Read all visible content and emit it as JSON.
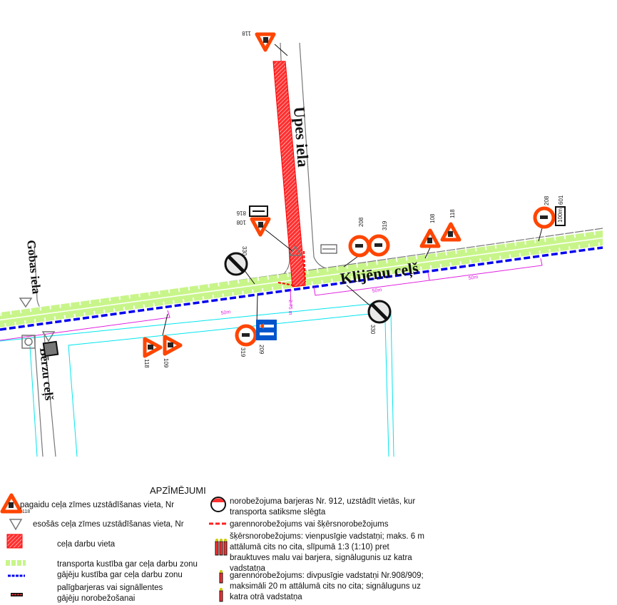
{
  "streets": {
    "upes": "Upes iela",
    "klijenu": "Klijēnu ceļš",
    "gobas": "Gobas iela",
    "berzu": "Bērzu ceļš"
  },
  "signs": {
    "top_118": "118",
    "s816": "816",
    "s108_left": "108",
    "s330_left": "330",
    "s208_mid": "208",
    "s319_mid": "319",
    "s108_right": "108",
    "s118_right": "118",
    "s208_far": "208",
    "s601": "601",
    "s601_text": "100m",
    "s330_bottom": "330",
    "s319_bottom": "319",
    "s209": "209",
    "s118_bottom": "118",
    "s109": "109"
  },
  "distances": {
    "d1": "50m",
    "d2": "50m",
    "d3": "50m",
    "width": "2.75 m"
  },
  "legend": {
    "title": "APZĪMĒJUMI",
    "sign_num": "118",
    "items": [
      "pagaidu ceļa zīmes uzstādīšanas vieta, Nr",
      "esošās ceļa zīmes uzstādīšanas vieta, Nr",
      "ceļa darbu vieta",
      "transporta kustība gar ceļa darbu zonu",
      "gājēju kustība gar ceļa darbu zonu",
      "palīgbarjeras vai signāllentes gājēju norobežošanai",
      "norobežojuma barjeras Nr. 912, uzstādīt vietās, kur transporta satiksme slēgta",
      "garennorobežojums vai šķērsnorobežojums",
      "šķērsnorobežojums: vienpusīgie vadstatņi; maks. 6 m attālumā cits no cita, slīpumā 1:3 (1:10) pret brauktuves malu vai barjera, signālugunis uz katra vadstatņa",
      "garennorobežojums: divpusīgie vadstatņi Nr.908/909; maksimāli 20 m attālumā cits no cita; signāluguns uz katra otrā vadstatņa"
    ]
  },
  "colors": {
    "sign_red": "#ff4500",
    "work_zone": "#ff2020",
    "traffic_green": "#c8f58a",
    "pedestrian_blue": "#0000ee",
    "dimension_magenta": "#e020e0",
    "boundary_cyan": "#00e5ee"
  }
}
